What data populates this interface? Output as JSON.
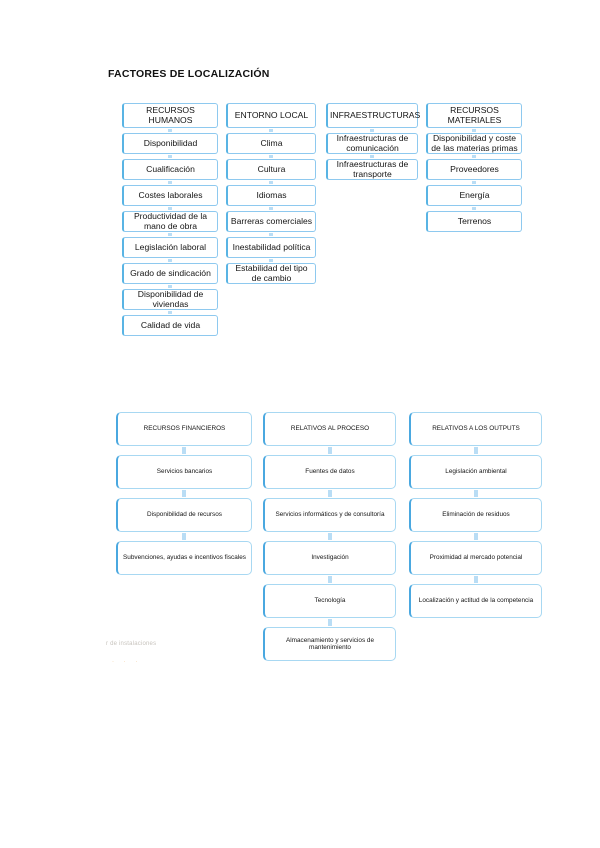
{
  "document": {
    "title": "FACTORES DE LOCALIZACIÓN",
    "background_color": "#ffffff",
    "box_border_color": "#8ec9ef",
    "box_accent_color": "#59b4e4",
    "connector_color": "#b9ddf5",
    "text_color": "#151515"
  },
  "diagram_top": {
    "columns": [
      {
        "header": "RECURSOS HUMANOS",
        "items": [
          "Disponibilidad",
          "Cualificación",
          "Costes laborales",
          "Productividad de la mano de obra",
          "Legislación laboral",
          "Grado de sindicación",
          "Disponibilidad de viviendas",
          "Calidad de vida"
        ]
      },
      {
        "header": "ENTORNO LOCAL",
        "items": [
          "Clima",
          "Cultura",
          "Idiomas",
          "Barreras comerciales",
          "Inestabilidad política",
          "Estabilidad del tipo de cambio"
        ]
      },
      {
        "header": "INFRAESTRUCTURAS",
        "items": [
          "Infraestructuras de comunicación",
          "Infraestructuras de transporte"
        ]
      },
      {
        "header": "RECURSOS MATERIALES",
        "items": [
          "Disponibilidad y coste de las materias primas",
          "Proveedores",
          "Energía",
          "Terrenos"
        ]
      }
    ]
  },
  "diagram_bottom": {
    "columns": [
      {
        "header": "RECURSOS FINANCIEROS",
        "items": [
          "Servicios bancarios",
          "Disponibilidad de recursos",
          "Subvenciones, ayudas e incentivos fiscales"
        ]
      },
      {
        "header": "RELATIVOS AL PROCESO",
        "items": [
          "Fuentes de datos",
          "Servicios informáticos y de consultoría",
          "Investigación",
          "Tecnología",
          "Almacenamiento y servicios de mantenimiento"
        ]
      },
      {
        "header": "RELATIVOS A LOS OUTPUTS",
        "items": [
          "Legislación ambiental",
          "Eliminación de residuos",
          "Proximidad al mercado potencial",
          "Localización y actitud de la competencia"
        ]
      }
    ]
  },
  "artifacts": {
    "cropped_text": "r de instalaciones",
    "cropped_marks": "· · ·"
  }
}
